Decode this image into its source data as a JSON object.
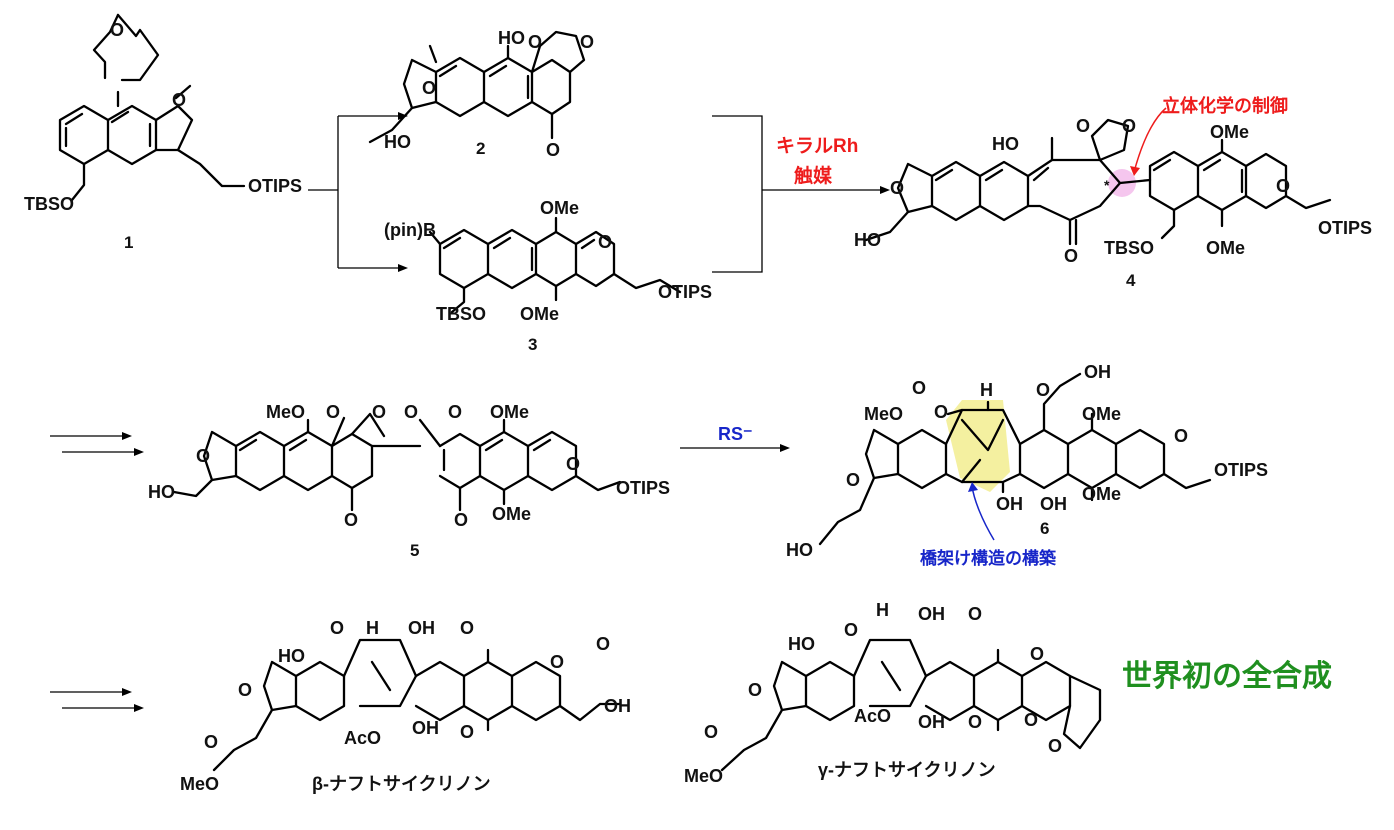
{
  "labels": {
    "c1_top": "O",
    "c1_ring_o": "O",
    "c1_otips": "OTIPS",
    "c1_tbso": "TBSO",
    "c1_num": "1",
    "c2_ho": "HO",
    "c2_oh": "HO",
    "c2_o_ring": "O",
    "c2_o_ketal1": "O",
    "c2_o_ketal2": "O",
    "c2_o_ketone": "O",
    "c2_num": "2",
    "c3_pinb": "(pin)B",
    "c3_ome1": "OMe",
    "c3_ome2": "OMe",
    "c3_o_ring": "O",
    "c3_otips": "OTIPS",
    "c3_tbso": "TBSO",
    "c3_num": "3",
    "c4_ho_left": "HO",
    "c4_ho": "HO",
    "c4_o_ring": "O",
    "c4_o_ketal1": "O",
    "c4_o_ketal2": "O",
    "c4_o_ketone": "O",
    "c4_star": "*",
    "c4_ome1": "OMe",
    "c4_ome2": "OMe",
    "c4_tbso": "TBSO",
    "c4_o_ring2": "O",
    "c4_otips": "OTIPS",
    "c4_num": "4",
    "c5_ho": "HO",
    "c5_meo": "MeO",
    "c5_o_ring": "O",
    "c5_ketal1a": "O",
    "c5_ketal1b": "O",
    "c5_ketal2a": "O",
    "c5_ketal2b": "O",
    "c5_ome1": "OMe",
    "c5_ome2": "OMe",
    "c5_o_ring2": "O",
    "c5_otips": "OTIPS",
    "c5_o_ketone1": "O",
    "c5_o_ketone2": "O",
    "c5_num": "5",
    "c6_oh_top": "OH",
    "c6_o_top": "O",
    "c6_h": "H",
    "c6_ome1": "OMe",
    "c6_ome2": "OMe",
    "c6_meo": "MeO",
    "c6_ketal1": "O",
    "c6_ketal2": "O",
    "c6_o_ring": "O",
    "c6_o_ring2": "O",
    "c6_oh1": "OH",
    "c6_oh2": "OH",
    "c6_otips": "OTIPS",
    "c6_ho": "HO",
    "c6_num": "6",
    "b_o1": "O",
    "b_h": "H",
    "b_oh1": "OH",
    "b_o2": "O",
    "b_ho": "HO",
    "b_o_ring": "O",
    "b_o_ring2": "O",
    "b_oh_acid": "OH",
    "b_o_acid": "O",
    "b_oh2": "OH",
    "b_o3": "O",
    "b_aco": "AcO",
    "b_o_ester": "O",
    "b_meo": "MeO",
    "b_name": "β-ナフトサイクリノン",
    "g_ho": "HO",
    "g_o1": "O",
    "g_h": "H",
    "g_oh1": "OH",
    "g_o2": "O",
    "g_o_ring": "O",
    "g_o_ring2": "O",
    "g_aco": "AcO",
    "g_oh2": "OH",
    "g_o3": "O",
    "g_o_lac1": "O",
    "g_o_lac2": "O",
    "g_o_ester": "O",
    "g_meo": "MeO",
    "g_name": "γ-ナフトサイクリノン"
  },
  "annotations": {
    "catalyst_line1": "キラルRh",
    "catalyst_line2": "触媒",
    "stereo": "立体化学の制御",
    "reagent": "RS⁻",
    "bridge": "橋架け構造の構築",
    "first_synthesis": "世界初の全合成"
  },
  "colors": {
    "red": "#ee1c1c",
    "blue": "#1726c9",
    "green": "#1f8f1f",
    "pink_highlight": "#f5c6ee",
    "yellow_highlight": "#f4f0a0"
  }
}
